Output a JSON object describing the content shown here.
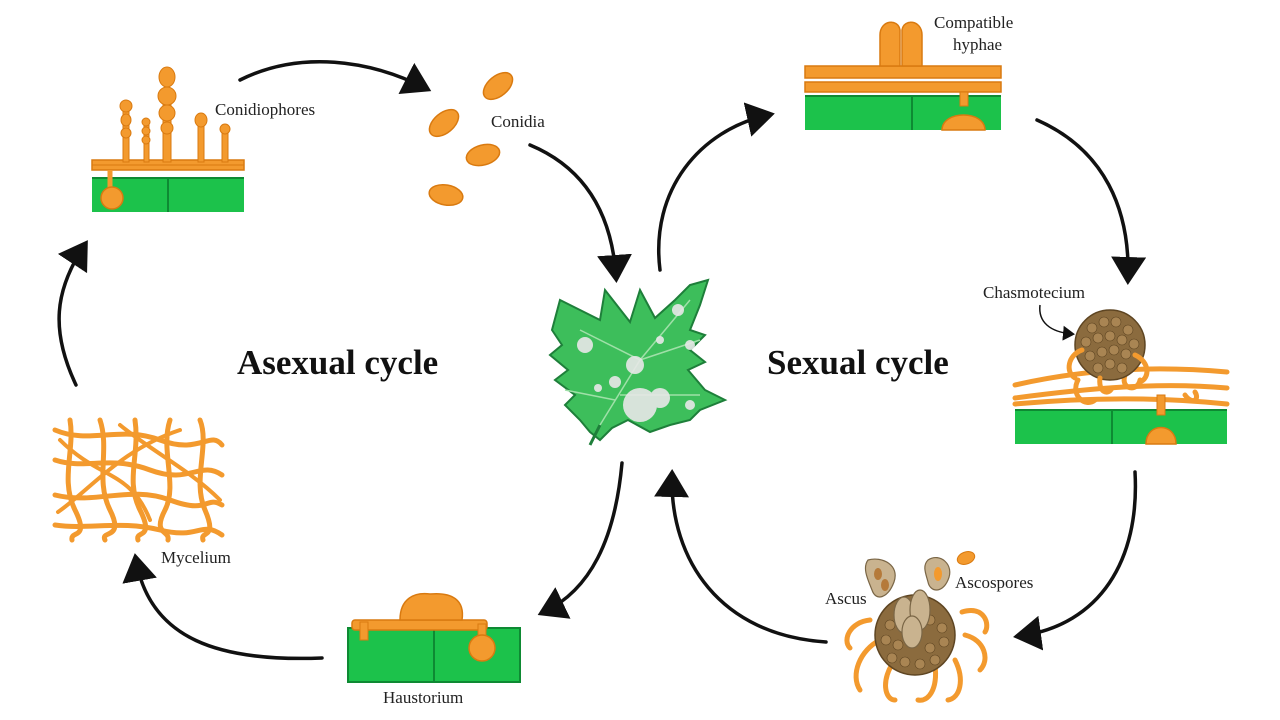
{
  "labels": {
    "conidiophores": "Conidiophores",
    "conidia": "Conidia",
    "mycelium": "Mycelium",
    "haustorium": "Haustorium",
    "compatible_hyphae_line1": "Compatible",
    "compatible_hyphae_line2": "hyphae",
    "chasmotecium": "Chasmotecium",
    "ascus": "Ascus",
    "ascospores": "Ascospores"
  },
  "titles": {
    "asexual": "Asexual cycle",
    "sexual": "Sexual cycle"
  },
  "colors": {
    "fungus_orange": "#F39A2E",
    "fungus_outline": "#D97A10",
    "plant_green": "#1CC24B",
    "plant_green_dark": "#0E8A33",
    "leaf_green": "#3DBE5B",
    "chasmotecium_brown": "#8B6B3E",
    "ascus_tan": "#C9B38F",
    "arrow_black": "#111111"
  }
}
